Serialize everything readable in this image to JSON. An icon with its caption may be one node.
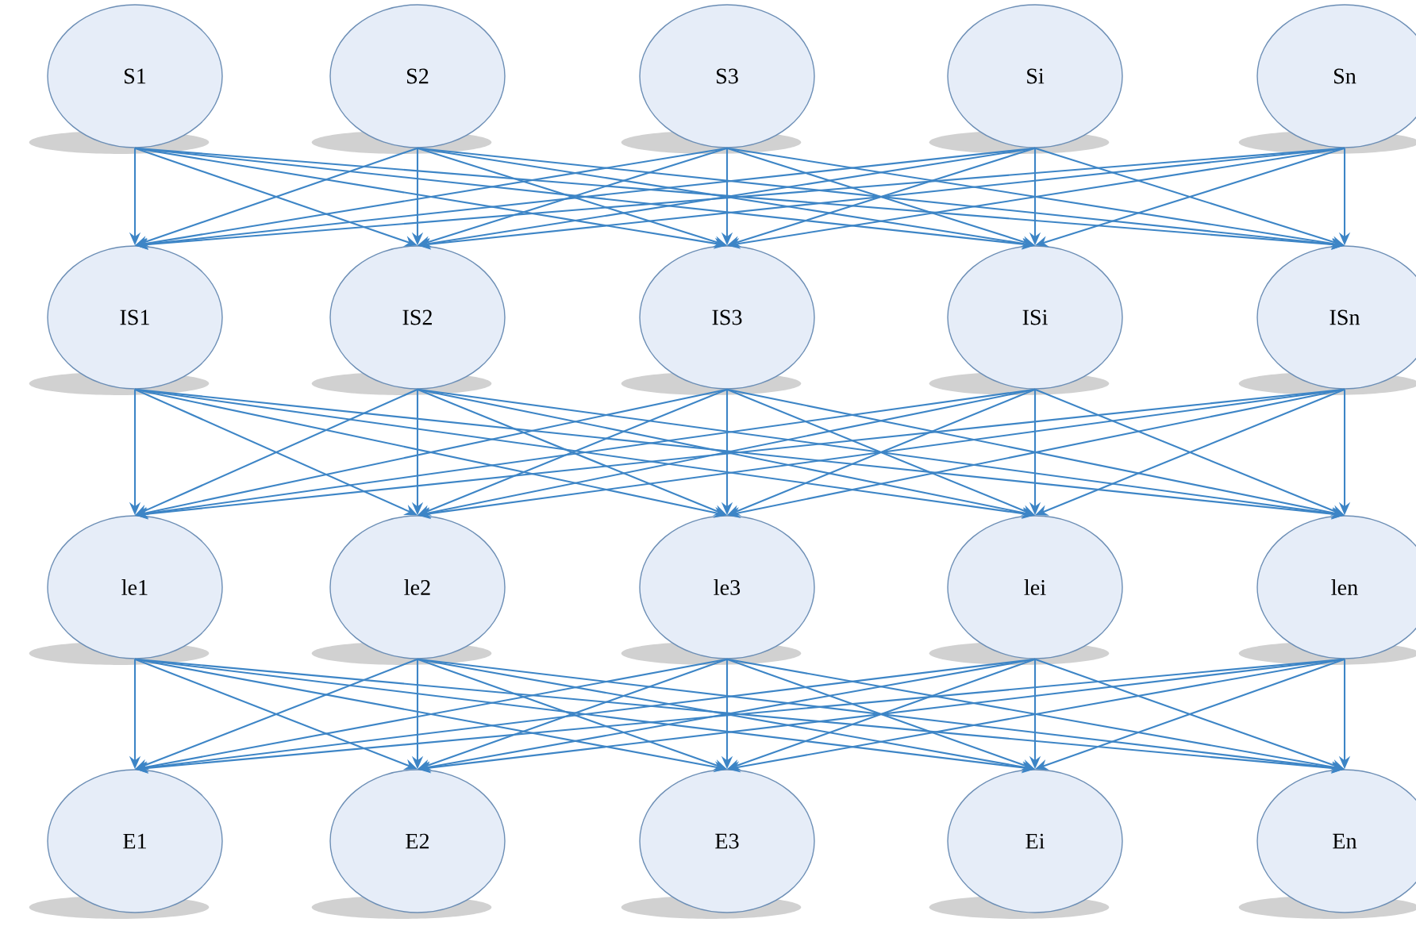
{
  "diagram": {
    "nodes": [
      {
        "text": [
          "S1"
        ]
      },
      {
        "text": [
          "S2"
        ]
      },
      {
        "text": [
          "S3"
        ]
      },
      {
        "text": [
          "Si"
        ]
      },
      {
        "text": [
          "Sn"
        ]
      },
      {
        "text": [
          "IS1"
        ]
      },
      {
        "text": [
          "IS2"
        ]
      },
      {
        "text": [
          "IS3"
        ]
      },
      {
        "text": [
          "ISi"
        ]
      },
      {
        "text": [
          "ISn"
        ]
      },
      {
        "text": [
          "le1"
        ]
      },
      {
        "text": [
          "le2"
        ]
      },
      {
        "text": [
          "le3"
        ]
      },
      {
        "text": [
          "lei"
        ]
      },
      {
        "text": [
          "len"
        ]
      },
      {
        "text": [
          "E1"
        ]
      },
      {
        "text": [
          "E2"
        ]
      },
      {
        "text": [
          "E3"
        ]
      },
      {
        "text": [
          "Ei"
        ]
      },
      {
        "text": [
          "En"
        ]
      }
    ],
    "edges": [
      {
        "from": 0,
        "to": 5,
        "arrow": "to"
      },
      {
        "from": 0,
        "to": 6,
        "arrow": "to"
      },
      {
        "from": 0,
        "to": 7,
        "arrow": "to"
      },
      {
        "from": 0,
        "to": 8,
        "arrow": "to"
      },
      {
        "from": 0,
        "to": 9,
        "arrow": "to"
      },
      {
        "from": 1,
        "to": 5,
        "arrow": "to"
      },
      {
        "from": 1,
        "to": 6,
        "arrow": "to"
      },
      {
        "from": 1,
        "to": 7,
        "arrow": "to"
      },
      {
        "from": 1,
        "to": 8,
        "arrow": "to"
      },
      {
        "from": 1,
        "to": 9,
        "arrow": "to"
      },
      {
        "from": 2,
        "to": 5,
        "arrow": "to"
      },
      {
        "from": 2,
        "to": 6,
        "arrow": "to"
      },
      {
        "from": 2,
        "to": 7,
        "arrow": "to"
      },
      {
        "from": 2,
        "to": 8,
        "arrow": "to"
      },
      {
        "from": 2,
        "to": 9,
        "arrow": "to"
      },
      {
        "from": 3,
        "to": 5,
        "arrow": "to"
      },
      {
        "from": 3,
        "to": 6,
        "arrow": "to"
      },
      {
        "from": 3,
        "to": 7,
        "arrow": "to"
      },
      {
        "from": 3,
        "to": 8,
        "arrow": "to"
      },
      {
        "from": 3,
        "to": 9,
        "arrow": "to"
      },
      {
        "from": 4,
        "to": 5,
        "arrow": "to"
      },
      {
        "from": 4,
        "to": 6,
        "arrow": "to"
      },
      {
        "from": 4,
        "to": 7,
        "arrow": "to"
      },
      {
        "from": 4,
        "to": 8,
        "arrow": "to"
      },
      {
        "from": 4,
        "to": 9,
        "arrow": "to"
      },
      {
        "from": 5,
        "to": 10,
        "arrow": "to"
      },
      {
        "from": 5,
        "to": 11,
        "arrow": "to"
      },
      {
        "from": 5,
        "to": 12,
        "arrow": "to"
      },
      {
        "from": 5,
        "to": 13,
        "arrow": "to"
      },
      {
        "from": 5,
        "to": 14,
        "arrow": "to"
      },
      {
        "from": 6,
        "to": 10,
        "arrow": "to"
      },
      {
        "from": 6,
        "to": 11,
        "arrow": "to"
      },
      {
        "from": 6,
        "to": 12,
        "arrow": "to"
      },
      {
        "from": 6,
        "to": 13,
        "arrow": "to"
      },
      {
        "from": 6,
        "to": 14,
        "arrow": "to"
      },
      {
        "from": 7,
        "to": 10,
        "arrow": "to"
      },
      {
        "from": 7,
        "to": 11,
        "arrow": "to"
      },
      {
        "from": 7,
        "to": 12,
        "arrow": "to"
      },
      {
        "from": 7,
        "to": 13,
        "arrow": "to"
      },
      {
        "from": 7,
        "to": 14,
        "arrow": "to"
      },
      {
        "from": 8,
        "to": 10,
        "arrow": "to"
      },
      {
        "from": 8,
        "to": 11,
        "arrow": "to"
      },
      {
        "from": 8,
        "to": 12,
        "arrow": "to"
      },
      {
        "from": 8,
        "to": 13,
        "arrow": "to"
      },
      {
        "from": 8,
        "to": 14,
        "arrow": "to"
      },
      {
        "from": 9,
        "to": 10,
        "arrow": "to"
      },
      {
        "from": 9,
        "to": 11,
        "arrow": "to"
      },
      {
        "from": 9,
        "to": 12,
        "arrow": "to"
      },
      {
        "from": 9,
        "to": 13,
        "arrow": "to"
      },
      {
        "from": 9,
        "to": 14,
        "arrow": "to"
      },
      {
        "from": 10,
        "to": 15,
        "arrow": "to"
      },
      {
        "from": 10,
        "to": 16,
        "arrow": "to"
      },
      {
        "from": 10,
        "to": 17,
        "arrow": "to"
      },
      {
        "from": 10,
        "to": 18,
        "arrow": "to"
      },
      {
        "from": 10,
        "to": 19,
        "arrow": "to"
      },
      {
        "from": 11,
        "to": 15,
        "arrow": "to"
      },
      {
        "from": 11,
        "to": 16,
        "arrow": "to"
      },
      {
        "from": 11,
        "to": 17,
        "arrow": "to"
      },
      {
        "from": 11,
        "to": 18,
        "arrow": "to"
      },
      {
        "from": 11,
        "to": 19,
        "arrow": "to"
      },
      {
        "from": 12,
        "to": 15,
        "arrow": "to"
      },
      {
        "from": 12,
        "to": 16,
        "arrow": "to"
      },
      {
        "from": 12,
        "to": 17,
        "arrow": "to"
      },
      {
        "from": 12,
        "to": 18,
        "arrow": "to"
      },
      {
        "from": 12,
        "to": 19,
        "arrow": "to"
      },
      {
        "from": 13,
        "to": 15,
        "arrow": "to"
      },
      {
        "from": 13,
        "to": 16,
        "arrow": "to"
      },
      {
        "from": 13,
        "to": 17,
        "arrow": "to"
      },
      {
        "from": 13,
        "to": 18,
        "arrow": "to"
      },
      {
        "from": 13,
        "to": 19,
        "arrow": "to"
      },
      {
        "from": 14,
        "to": 15,
        "arrow": "to"
      },
      {
        "from": 14,
        "to": 16,
        "arrow": "to"
      },
      {
        "from": 14,
        "to": 17,
        "arrow": "to"
      },
      {
        "from": 14,
        "to": 18,
        "arrow": "to"
      },
      {
        "from": 14,
        "to": 19,
        "arrow": "to"
      }
    ]
  }
}
